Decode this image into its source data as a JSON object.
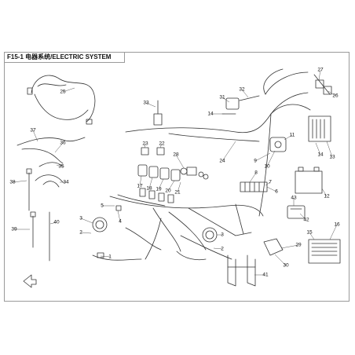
{
  "title": "F15-1 电器系统/ELECTRIC SYSTEM",
  "callouts": [
    {
      "id": "c1",
      "label": "1"
    },
    {
      "id": "c2",
      "label": "2"
    },
    {
      "id": "c2b",
      "label": "2"
    },
    {
      "id": "c3",
      "label": "3"
    },
    {
      "id": "c3b",
      "label": "3"
    },
    {
      "id": "c4",
      "label": "4"
    },
    {
      "id": "c5",
      "label": "5"
    },
    {
      "id": "c6",
      "label": "6"
    },
    {
      "id": "c7",
      "label": "7"
    },
    {
      "id": "c8",
      "label": "8"
    },
    {
      "id": "c9",
      "label": "9"
    },
    {
      "id": "c10",
      "label": "10"
    },
    {
      "id": "c11",
      "label": "11"
    },
    {
      "id": "c12",
      "label": "12"
    },
    {
      "id": "c13",
      "label": "13"
    },
    {
      "id": "c14",
      "label": "14"
    },
    {
      "id": "c14b",
      "label": "14"
    },
    {
      "id": "c15",
      "label": "15"
    },
    {
      "id": "c16",
      "label": "16"
    },
    {
      "id": "c17",
      "label": "17"
    },
    {
      "id": "c18",
      "label": "18"
    },
    {
      "id": "c19",
      "label": "19"
    },
    {
      "id": "c20",
      "label": "20"
    },
    {
      "id": "c21",
      "label": "21"
    },
    {
      "id": "c22",
      "label": "22"
    },
    {
      "id": "c23",
      "label": "23"
    },
    {
      "id": "c24",
      "label": "24"
    },
    {
      "id": "c25",
      "label": "25"
    },
    {
      "id": "c26",
      "label": "26"
    },
    {
      "id": "c27",
      "label": "27"
    },
    {
      "id": "c28",
      "label": "28"
    },
    {
      "id": "c29",
      "label": "29"
    },
    {
      "id": "c30",
      "label": "30"
    },
    {
      "id": "c31",
      "label": "31"
    },
    {
      "id": "c32",
      "label": "32"
    },
    {
      "id": "c33",
      "label": "33"
    },
    {
      "id": "c34",
      "label": "34"
    },
    {
      "id": "c35",
      "label": "35"
    },
    {
      "id": "c36",
      "label": "36"
    },
    {
      "id": "c37",
      "label": "37"
    },
    {
      "id": "c38",
      "label": "38"
    },
    {
      "id": "c39",
      "label": "39"
    },
    {
      "id": "c40",
      "label": "40"
    },
    {
      "id": "c41",
      "label": "41"
    },
    {
      "id": "c42",
      "label": "42"
    },
    {
      "id": "c43",
      "label": "43"
    }
  ]
}
